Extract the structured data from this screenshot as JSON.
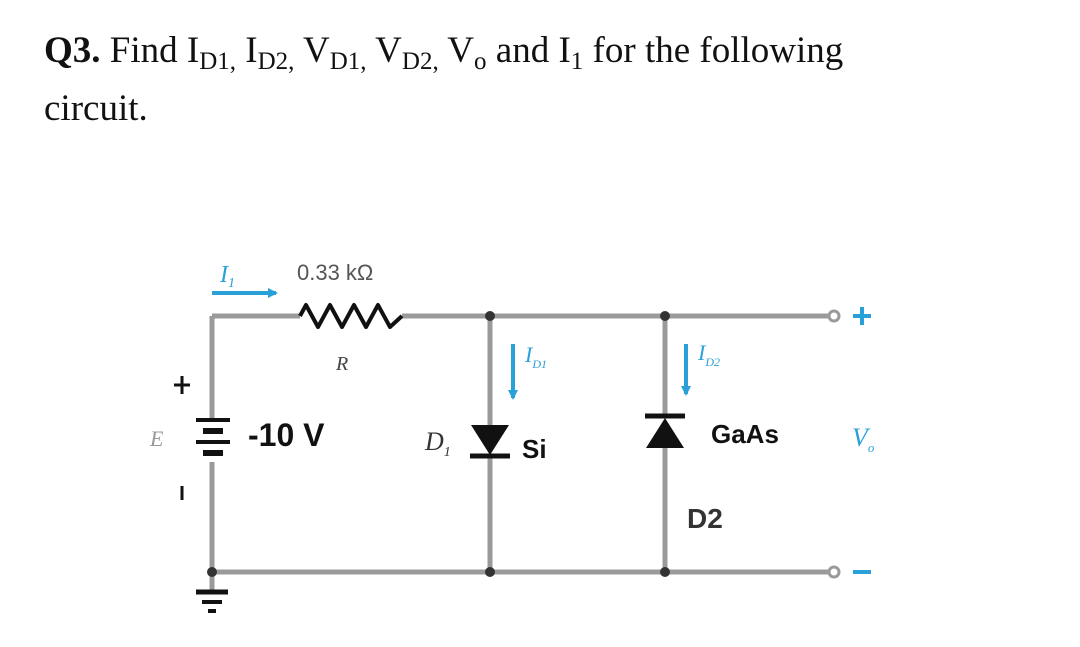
{
  "question": {
    "number": "Q3.",
    "text_find": "Find",
    "vars": [
      {
        "base": "I",
        "sub": "D1,"
      },
      {
        "base": "I",
        "sub": "D2,"
      },
      {
        "base": "V",
        "sub": "D1,"
      },
      {
        "base": "V",
        "sub": "D2,"
      },
      {
        "base": "V",
        "sub": "o"
      }
    ],
    "text_and": "and",
    "i1_base": "I",
    "i1_sub": "1",
    "text_rest": "for the following",
    "line2": "circuit."
  },
  "circuit": {
    "current_i1": "I",
    "current_i1_sub": "1",
    "resistor_value": "0.33 kΩ",
    "resistor_name": "R",
    "source_name": "E",
    "source_plus": "+",
    "source_minus": "−",
    "source_value": "-10 V",
    "d1_name": "D",
    "d1_sub": "1",
    "d1_material": "Si",
    "d1_current": "I",
    "d1_current_sub": "D1",
    "d2_current": "I",
    "d2_current_sub": "D2",
    "d2_material": "GaAs",
    "d2_name": "D2",
    "output_plus": "+",
    "output_minus": "−",
    "output_name": "V",
    "output_sub": "o"
  },
  "colors": {
    "wire": "#9a9a9a",
    "arrow": "#2aa0d8",
    "terminal": "#2aa0d8",
    "component": "#111111"
  }
}
